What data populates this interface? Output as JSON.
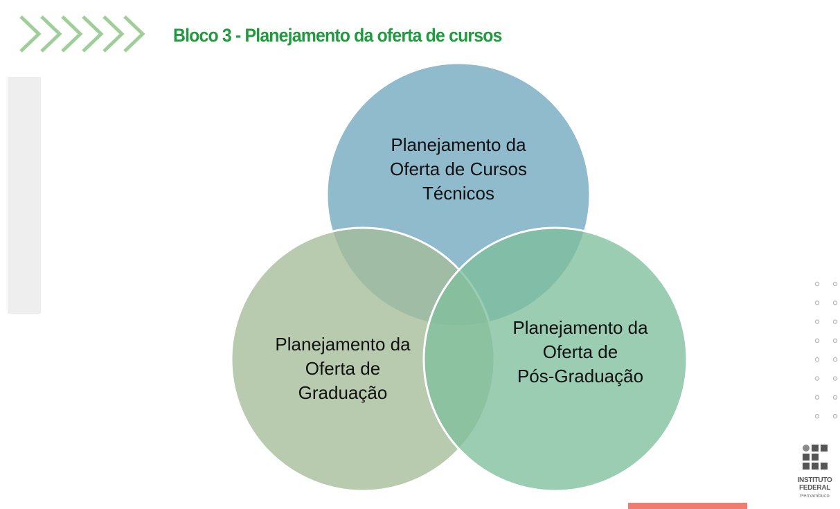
{
  "slide": {
    "title": "Bloco 3 - Planejamento da oferta de cursos",
    "accent_color": "#1f9a3c",
    "chevron_color": "#9fcf98",
    "chevron_count": 6,
    "bottom_bar_color": "#f07b70"
  },
  "diagram": {
    "type": "venn",
    "circles": [
      {
        "id": "tecnicos",
        "label_lines": [
          "Planejamento da",
          "Oferta de Cursos",
          "Técnicos"
        ],
        "color": "#6fa8bf"
      },
      {
        "id": "graduacao",
        "label_lines": [
          "Planejamento da",
          "Oferta de",
          "Graduação"
        ],
        "color": "#a5bd98"
      },
      {
        "id": "pos-graduacao",
        "label_lines": [
          "Planejamento da",
          "Oferta de",
          "Pós-Graduação"
        ],
        "color": "#7fbf9c"
      }
    ]
  },
  "logo": {
    "line1": "INSTITUTO",
    "line2": "FEDERAL",
    "line3": "Pernambuco"
  }
}
